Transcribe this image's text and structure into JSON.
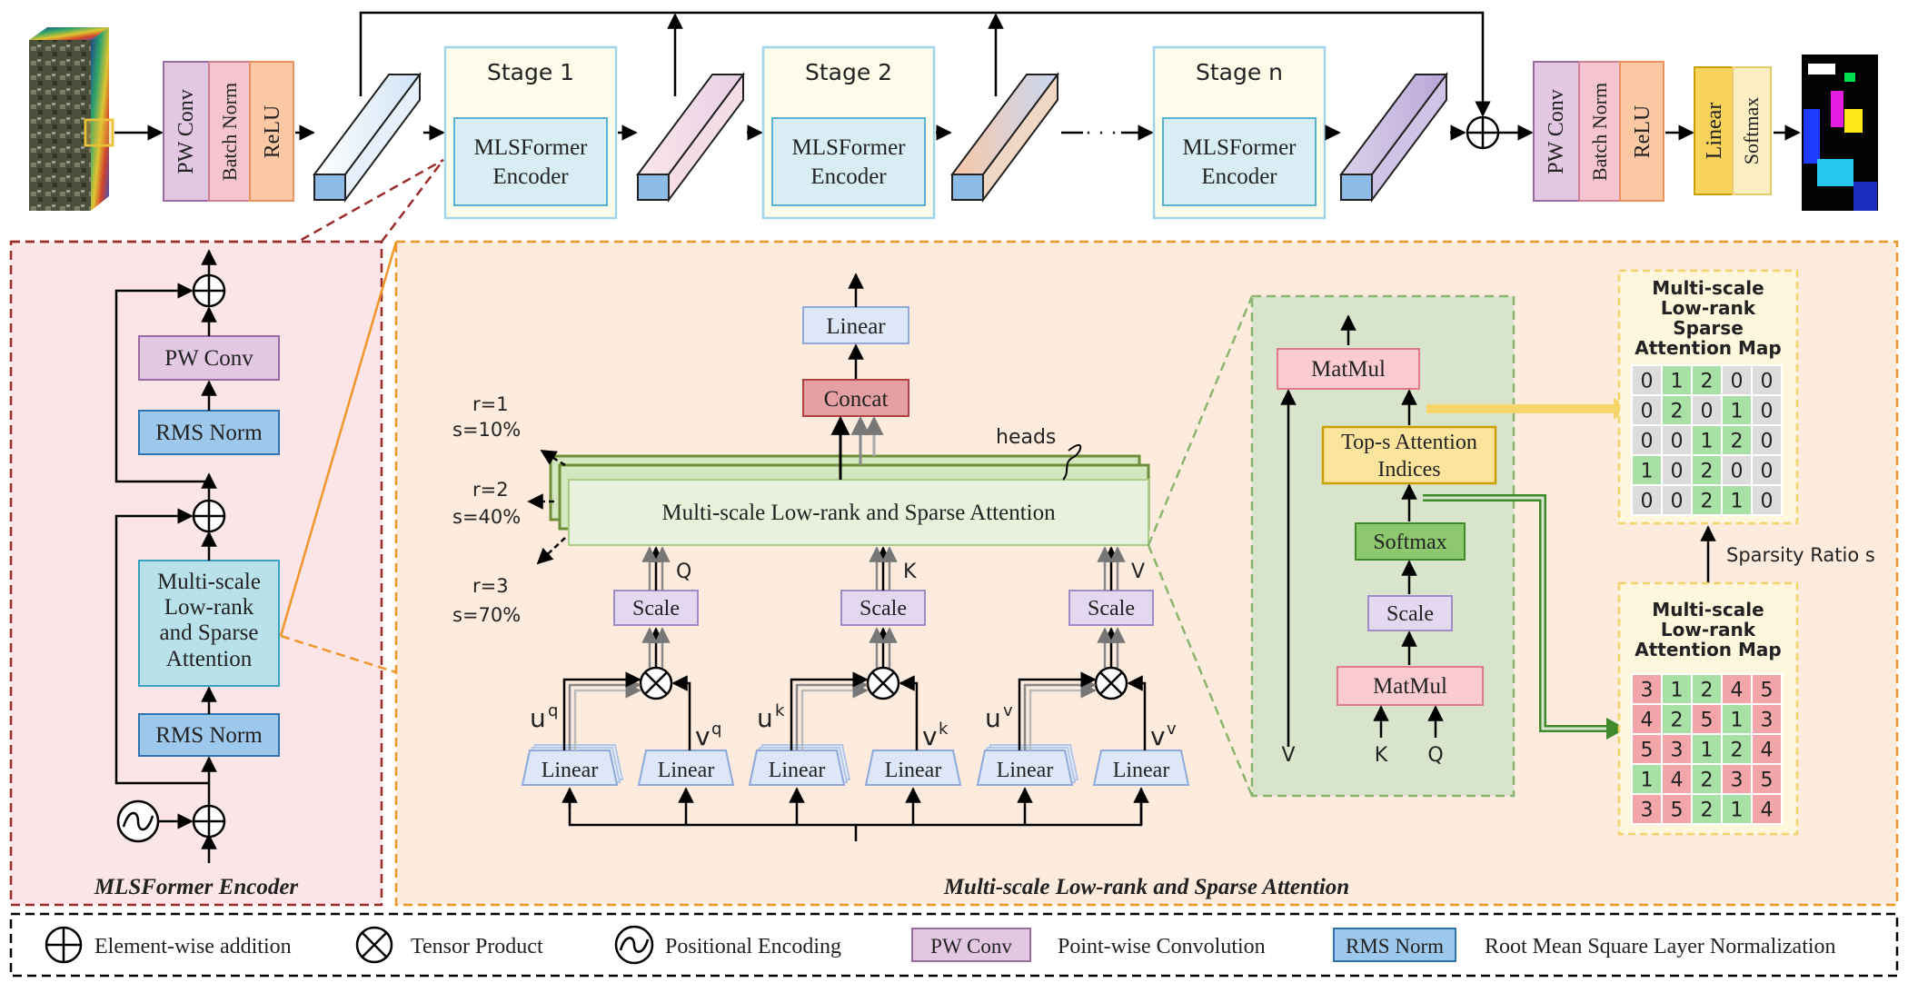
{
  "colors": {
    "pwconv_fill": "#e2c8e3",
    "pwconv_stroke": "#9b6aa3",
    "bn_fill": "#f4c4d0",
    "bn_stroke": "#cf7f92",
    "relu_fill": "#fbc8a3",
    "relu_stroke": "#e9925f",
    "stage_fill": "#fdfbea",
    "stage_stroke": "#9fd4ec",
    "encoder_fill": "#d8eef4",
    "encoder_stroke": "#5ab2d0",
    "linear_fill": "#dde7f8",
    "linear_stroke": "#8fa9dc",
    "concat_fill": "#e4a0a2",
    "concat_stroke": "#b04041",
    "scale_fill": "#e3d8ef",
    "scale_stroke": "#a08cc6",
    "softmax_fill": "#8dc86e",
    "softmax_stroke": "#3f8a2c",
    "matmul_fill": "#fbcbd2",
    "matmul_stroke": "#e27a8d",
    "topk_fill": "#fde49c",
    "topk_stroke": "#c9a000",
    "rmsnorm_fill": "#9dc8ec",
    "rmsnorm_stroke": "#2f74b0",
    "mlsa_fill": "#b8e1ea",
    "mlsa_stroke": "#3aa1be",
    "left_panel_bg": "#fbe5e6",
    "left_panel_border": "#9b2c2c",
    "right_panel_bg": "#fdebdd",
    "right_panel_border": "#f0962a",
    "attn_panel_bg": "#d9e4cc",
    "attn_panel_border": "#8ab56e",
    "map_panel_bg": "#fef6dd",
    "map_panel_border": "#f5d36a",
    "cell_green": "#a8e0a6",
    "cell_red": "#f2a6aa",
    "cell_gray": "#dcdcdc",
    "linear_out_fill": "#f8d35b",
    "softmax_out_fill": "#fbeec2"
  },
  "top": {
    "pwconv": "PW Conv",
    "batchnorm": "Batch Norm",
    "relu": "ReLU",
    "stages": [
      {
        "title": "Stage 1",
        "encoder_line1": "MLSFormer",
        "encoder_line2": "Encoder"
      },
      {
        "title": "Stage 2",
        "encoder_line1": "MLSFormer",
        "encoder_line2": "Encoder"
      },
      {
        "title": "Stage n",
        "encoder_line1": "MLSFormer",
        "encoder_line2": "Encoder"
      }
    ],
    "ellipsis": "· · ·",
    "pwconv2": "PW Conv",
    "batchnorm2": "Batch Norm",
    "relu2": "ReLU",
    "linear": "Linear",
    "softmax": "Softmax"
  },
  "encoder_panel": {
    "caption": "MLSFormer Encoder",
    "pwconv": "PW Conv",
    "rmsnorm_top": "RMS Norm",
    "mlsa_lines": [
      "Multi-scale",
      "Low-rank",
      "and Sparse",
      "Attention"
    ],
    "rmsnorm_bottom": "RMS Norm"
  },
  "attention_panel": {
    "caption": "Multi-scale Low-rank and Sparse Attention",
    "linear_top": "Linear",
    "concat": "Concat",
    "heads": "heads",
    "main_block": "Multi-scale Low-rank and Sparse Attention",
    "scales": [
      {
        "r": "r=1",
        "s": "s=10%"
      },
      {
        "r": "r=2",
        "s": "s=40%"
      },
      {
        "r": "r=3",
        "s": "s=70%"
      }
    ],
    "branches": [
      {
        "scale": "Scale",
        "letter": "Q",
        "u": "u",
        "u_sup": "q",
        "v": "v",
        "v_sup": "q",
        "lin_left": "Linear",
        "lin_right": "Linear"
      },
      {
        "scale": "Scale",
        "letter": "K",
        "u": "u",
        "u_sup": "k",
        "v": "v",
        "v_sup": "k",
        "lin_left": "Linear",
        "lin_right": "Linear"
      },
      {
        "scale": "Scale",
        "letter": "V",
        "u": "u",
        "u_sup": "v",
        "v": "v",
        "v_sup": "v",
        "lin_left": "Linear",
        "lin_right": "Linear"
      }
    ],
    "inner": {
      "matmul_top": "MatMul",
      "topk_line1": "Top-s Attention",
      "topk_line2": "Indices",
      "softmax": "Softmax",
      "scale": "Scale",
      "matmul_bottom": "MatMul",
      "v": "V",
      "k": "K",
      "q": "Q"
    },
    "sparse_map": {
      "title_lines": [
        "Multi-scale",
        "Low-rank",
        "Sparse",
        "Attention Map"
      ],
      "grid": [
        [
          "0",
          "1",
          "2",
          "0",
          "0"
        ],
        [
          "0",
          "2",
          "0",
          "1",
          "0"
        ],
        [
          "0",
          "0",
          "1",
          "2",
          "0"
        ],
        [
          "1",
          "0",
          "2",
          "0",
          "0"
        ],
        [
          "0",
          "0",
          "2",
          "1",
          "0"
        ]
      ]
    },
    "sparsity_label": "Sparsity Ratio s",
    "lowrank_map": {
      "title_lines": [
        "Multi-scale",
        "Low-rank",
        "Attention Map"
      ],
      "grid": [
        [
          "3",
          "1",
          "2",
          "4",
          "5"
        ],
        [
          "4",
          "2",
          "5",
          "1",
          "3"
        ],
        [
          "5",
          "3",
          "1",
          "2",
          "4"
        ],
        [
          "1",
          "4",
          "2",
          "3",
          "5"
        ],
        [
          "3",
          "5",
          "2",
          "1",
          "4"
        ]
      ]
    }
  },
  "legend": {
    "items": [
      {
        "icon": "add-icon",
        "label": "Element-wise addition"
      },
      {
        "icon": "tensor-product-icon",
        "label": "Tensor Product"
      },
      {
        "icon": "positional-encoding-icon",
        "label": "Positional Encoding"
      },
      {
        "icon": "pwconv-swatch",
        "swatch": "PW Conv",
        "label": "Point-wise Convolution"
      },
      {
        "icon": "rmsnorm-swatch",
        "swatch": "RMS Norm",
        "label": "Root Mean Square Layer Normalization"
      }
    ]
  }
}
